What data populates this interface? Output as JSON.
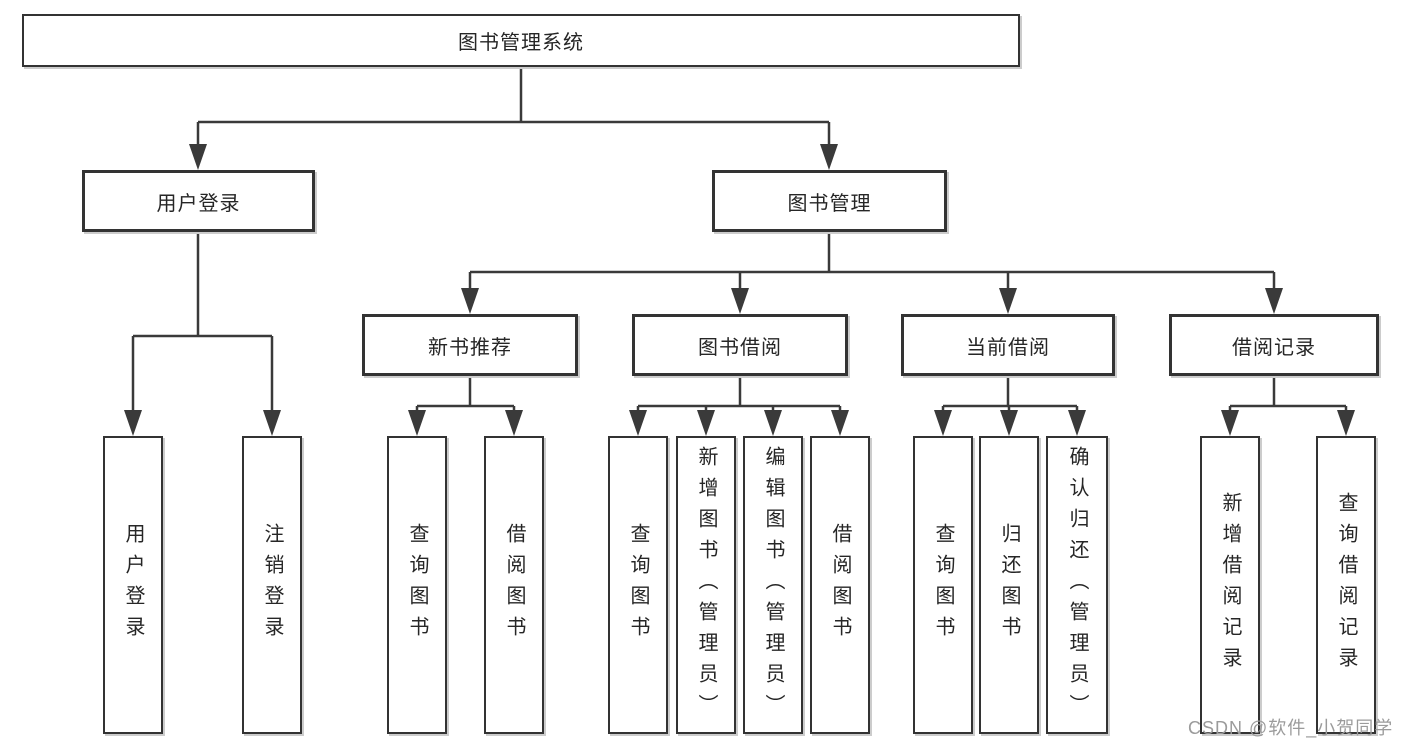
{
  "diagram": {
    "root": {
      "label": "图书管理系统",
      "children": [
        {
          "label": "用户登录",
          "children": [
            {
              "label": "用户登录"
            },
            {
              "label": "注销登录"
            }
          ]
        },
        {
          "label": "图书管理",
          "children": [
            {
              "label": "新书推荐",
              "children": [
                {
                  "label": "查询图书"
                },
                {
                  "label": "借阅图书"
                }
              ]
            },
            {
              "label": "图书借阅",
              "children": [
                {
                  "label": "查询图书"
                },
                {
                  "label": "新增图书（管理员）"
                },
                {
                  "label": "编辑图书（管理员）"
                },
                {
                  "label": "借阅图书"
                }
              ]
            },
            {
              "label": "当前借阅",
              "children": [
                {
                  "label": "查询图书"
                },
                {
                  "label": "归还图书"
                },
                {
                  "label": "确认归还（管理员）"
                }
              ]
            },
            {
              "label": "借阅记录",
              "children": [
                {
                  "label": "新增借阅记录"
                },
                {
                  "label": "查询借阅记录"
                }
              ]
            }
          ]
        }
      ]
    },
    "watermark": "CSDN @软件_小贺同学",
    "colors": {
      "line": "#3a3a3a",
      "box_border": "#333333",
      "box_fill": "#ffffff",
      "text": "#262626",
      "watermark": "#9b9b9b"
    }
  }
}
